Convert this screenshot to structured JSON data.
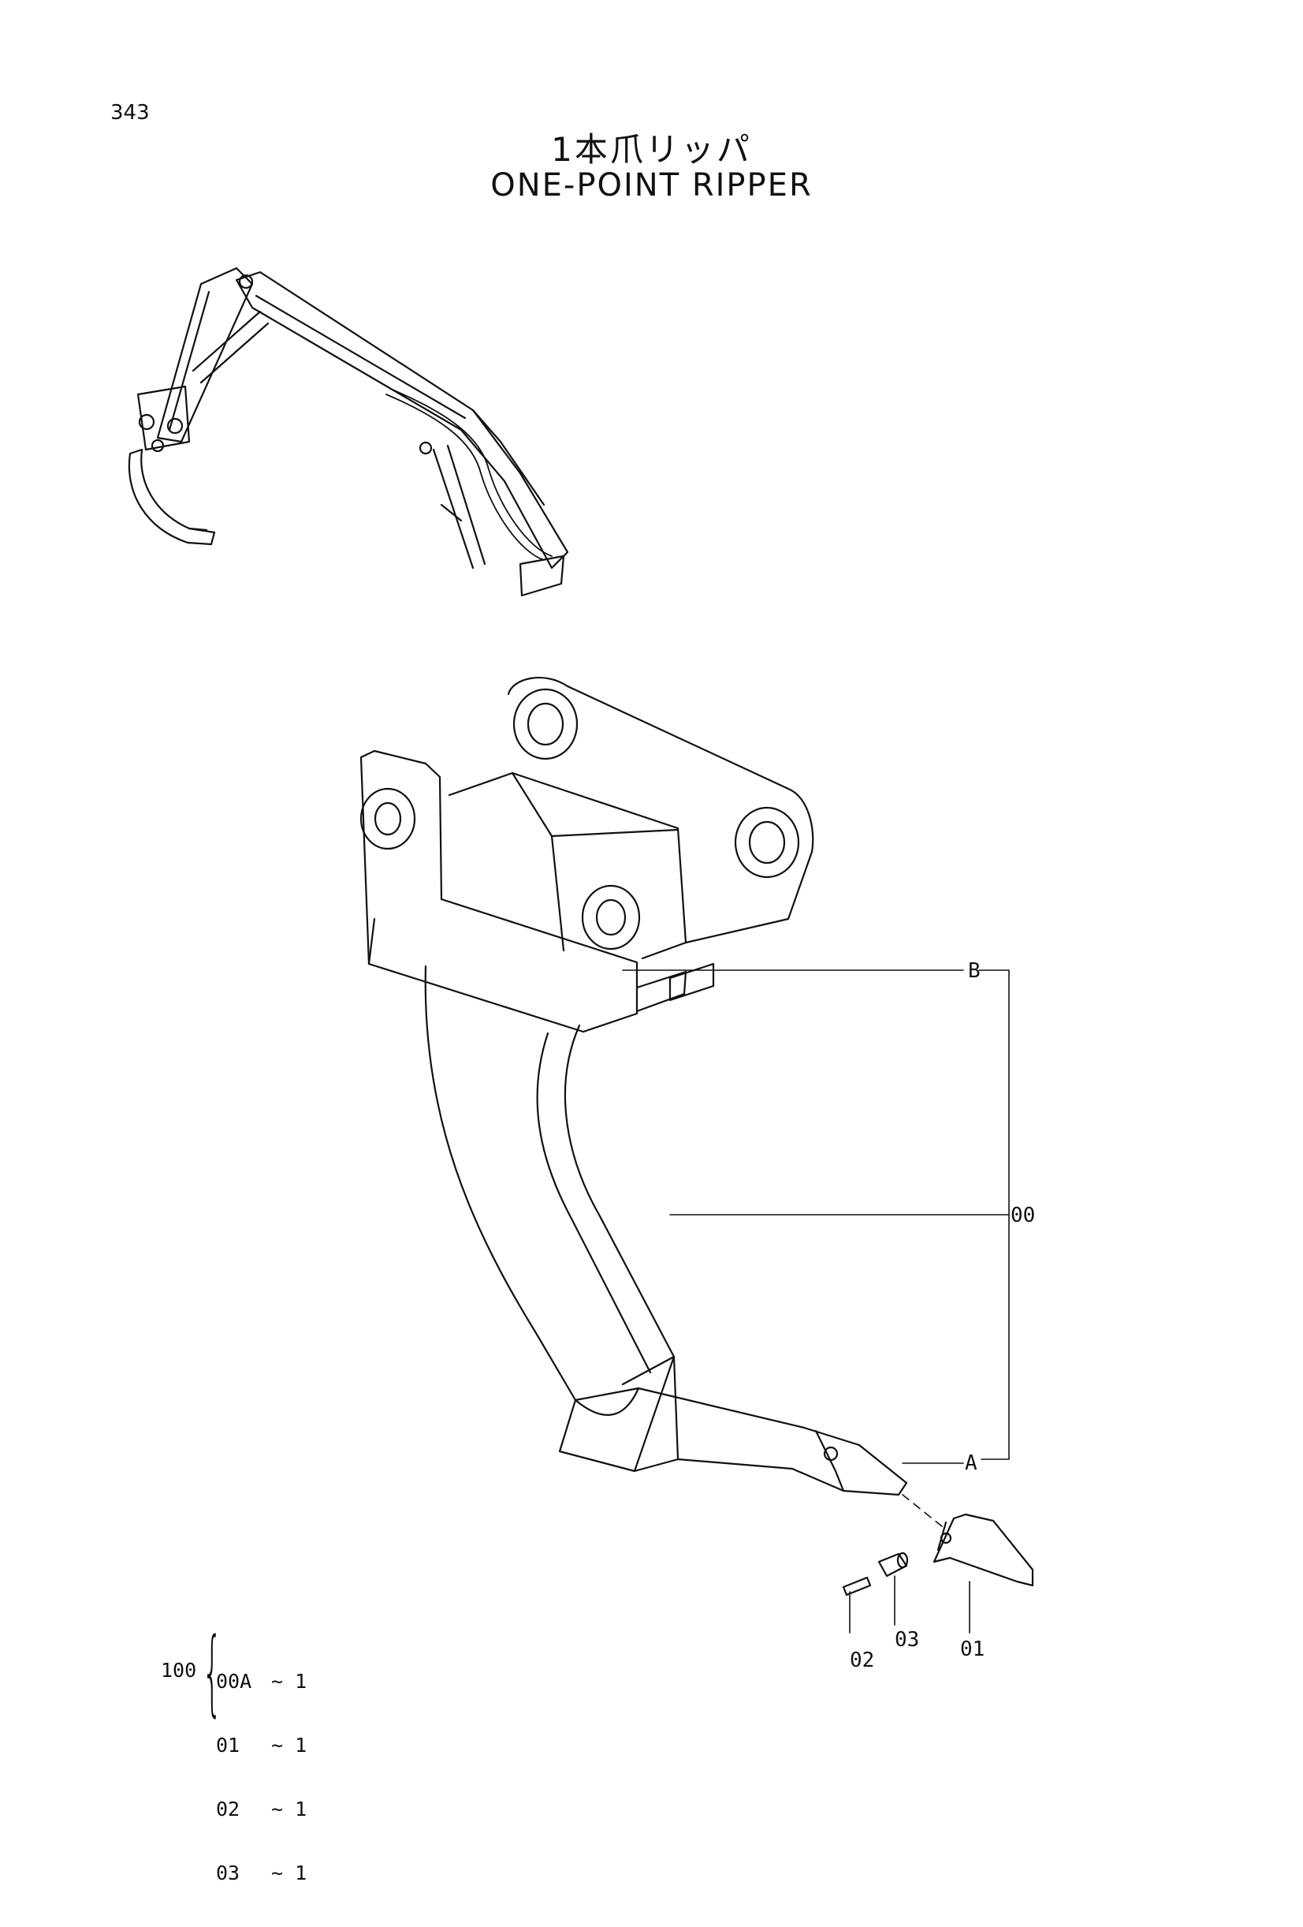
{
  "page_number": "343",
  "title": {
    "ja": "1本爪リッパ",
    "en": "ONE-POINT RIPPER"
  },
  "callouts": {
    "b": "B",
    "zero_zero": "00",
    "a": "A",
    "part_02": "02",
    "part_03": "03",
    "part_01": "01"
  },
  "kit": {
    "number": "100",
    "items": [
      {
        "part": "00A",
        "qty": "~ 1"
      },
      {
        "part": "01",
        "qty": "~ 1"
      },
      {
        "part": "02",
        "qty": "~ 1"
      },
      {
        "part": "03",
        "qty": "~ 1"
      }
    ]
  }
}
